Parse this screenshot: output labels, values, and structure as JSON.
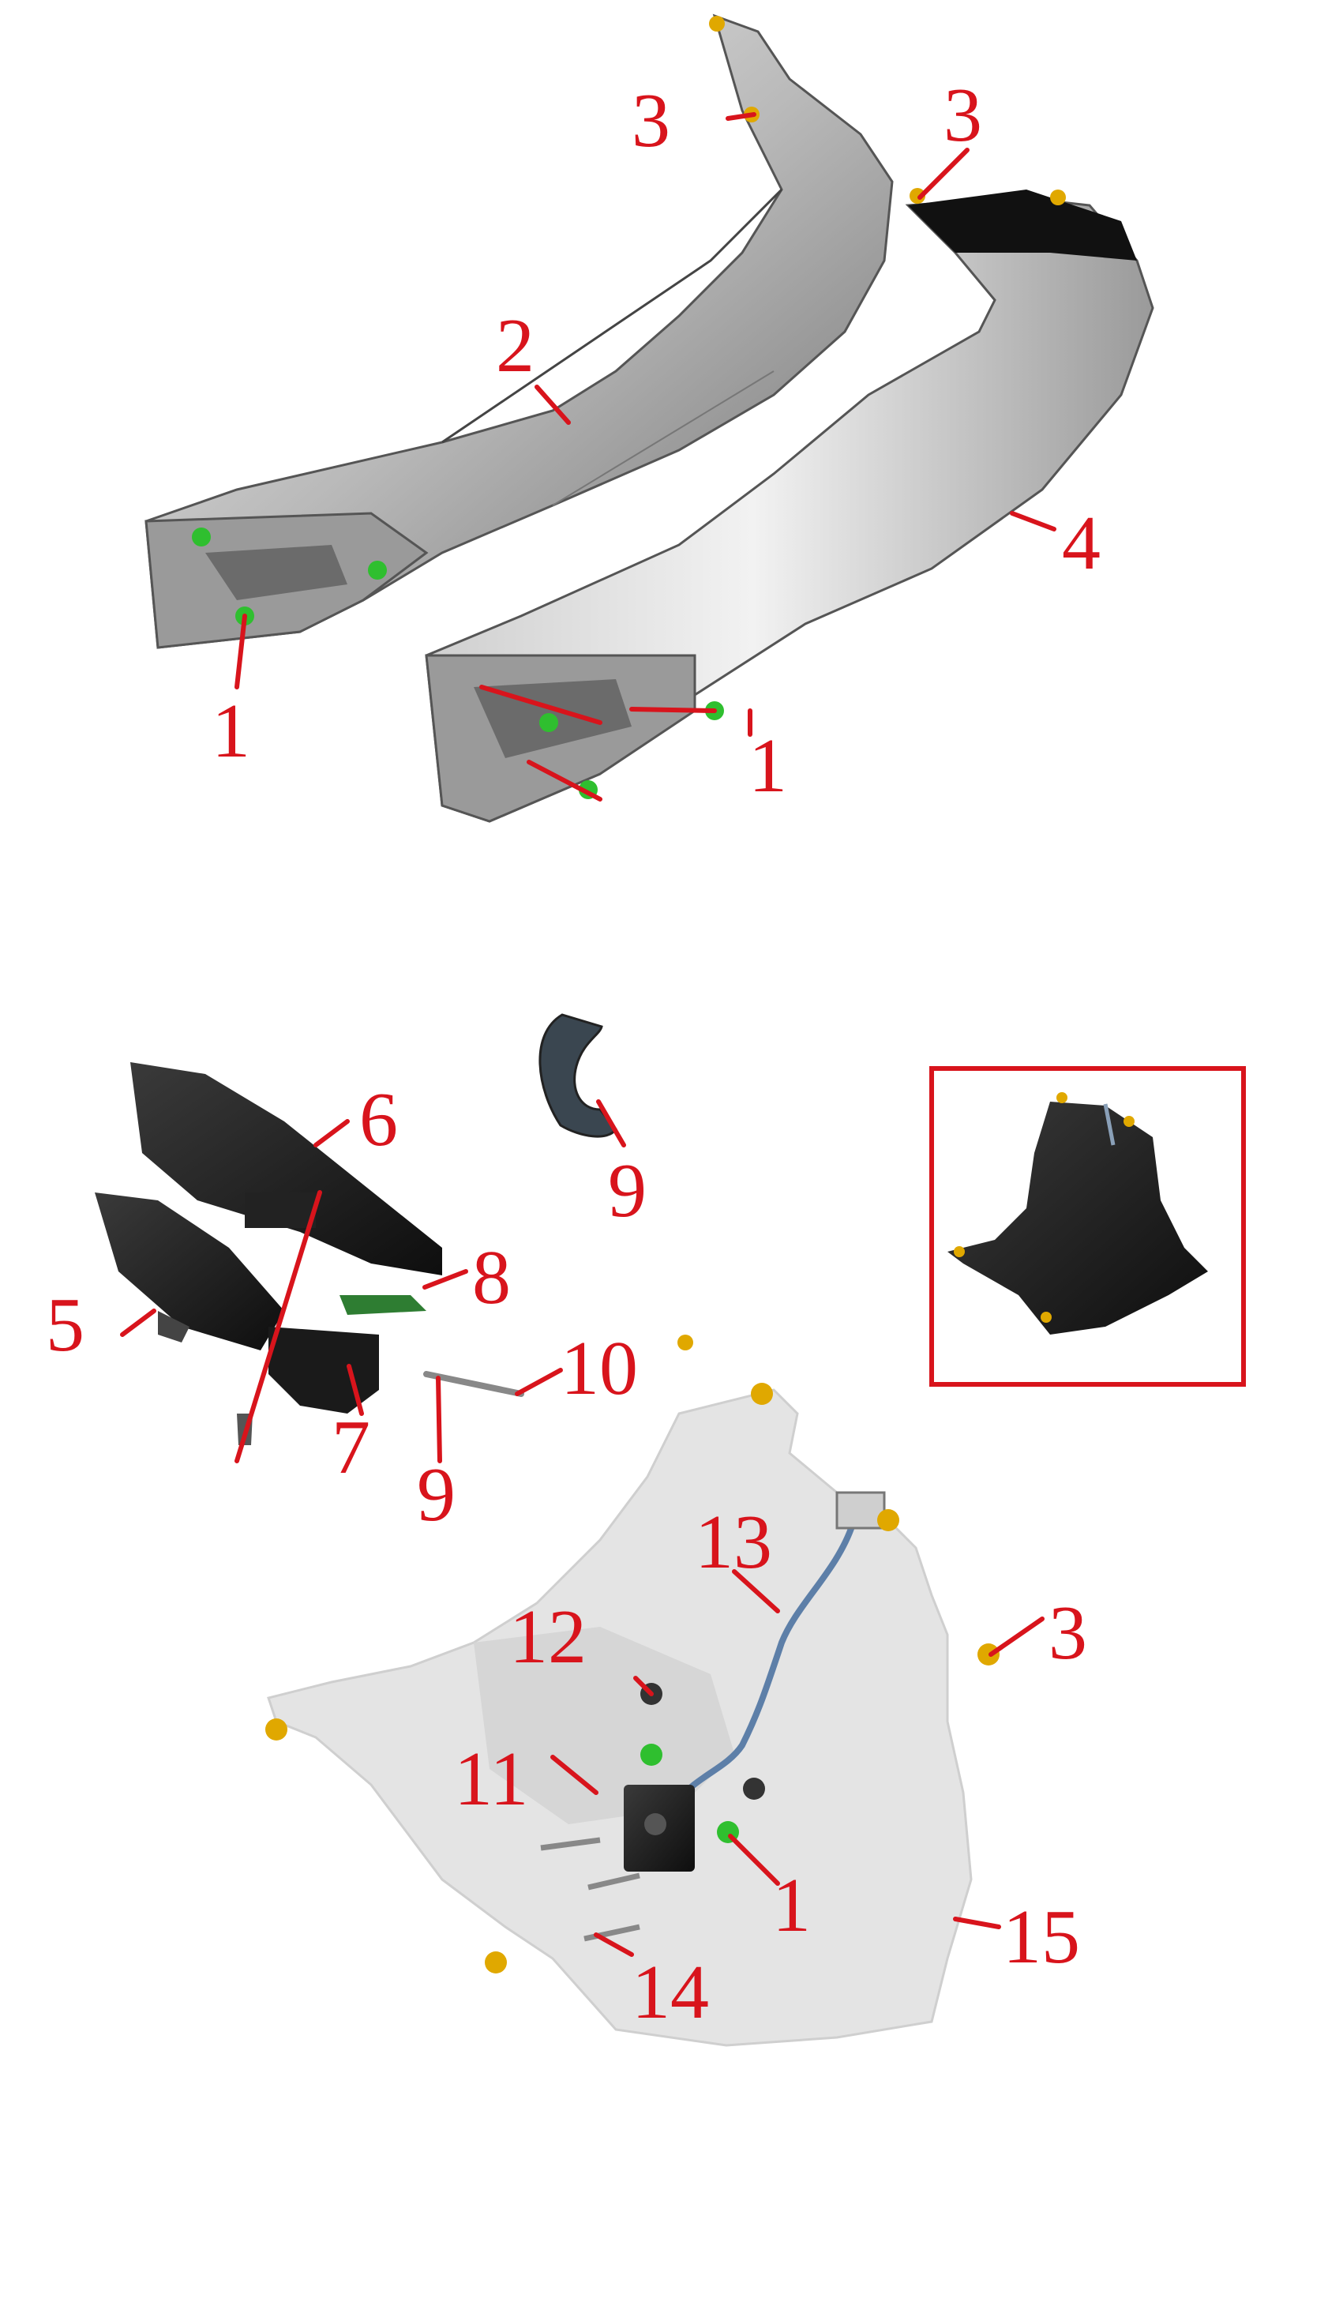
{
  "diagram": {
    "accent_color": "#d8141c",
    "callouts": [
      {
        "id": "c3a",
        "label": "3"
      },
      {
        "id": "c3b",
        "label": "3"
      },
      {
        "id": "c2",
        "label": "2"
      },
      {
        "id": "c4",
        "label": "4"
      },
      {
        "id": "c1a",
        "label": "1"
      },
      {
        "id": "c1b",
        "label": "1"
      },
      {
        "id": "c6",
        "label": "6"
      },
      {
        "id": "c9a",
        "label": "9"
      },
      {
        "id": "c8",
        "label": "8"
      },
      {
        "id": "c5",
        "label": "5"
      },
      {
        "id": "c10",
        "label": "10"
      },
      {
        "id": "c7",
        "label": "7"
      },
      {
        "id": "c9b",
        "label": "9"
      },
      {
        "id": "c13",
        "label": "13"
      },
      {
        "id": "c12",
        "label": "12"
      },
      {
        "id": "c3c",
        "label": "3"
      },
      {
        "id": "c11",
        "label": "11"
      },
      {
        "id": "c1c",
        "label": "1"
      },
      {
        "id": "c15",
        "label": "15"
      },
      {
        "id": "c14",
        "label": "14"
      }
    ]
  }
}
